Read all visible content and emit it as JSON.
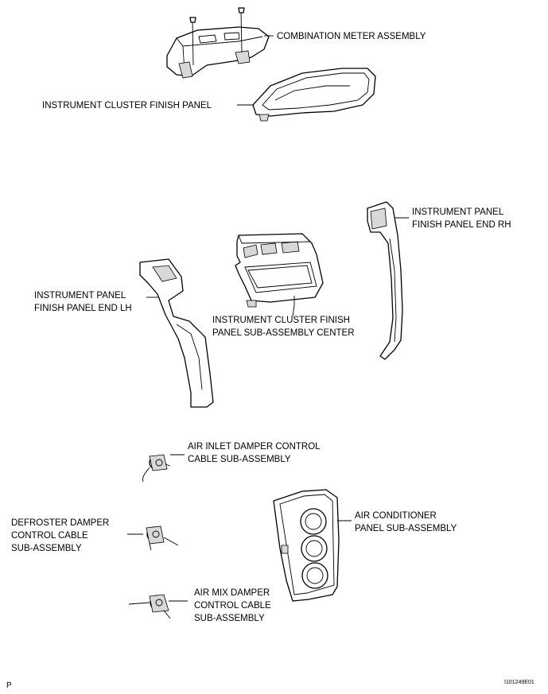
{
  "labels": {
    "combination_meter": "COMBINATION METER ASSEMBLY",
    "cluster_finish_panel": "INSTRUMENT CLUSTER FINISH PANEL",
    "end_rh_line1": "INSTRUMENT PANEL",
    "end_rh_line2": "FINISH PANEL END RH",
    "end_lh_line1": "INSTRUMENT PANEL",
    "end_lh_line2": "FINISH PANEL END LH",
    "center_line1": "INSTRUMENT CLUSTER FINISH",
    "center_line2": "PANEL SUB-ASSEMBLY CENTER",
    "air_inlet_line1": "AIR INLET DAMPER CONTROL",
    "air_inlet_line2": "CABLE SUB-ASSEMBLY",
    "defroster_line1": "DEFROSTER DAMPER",
    "defroster_line2": "CONTROL CABLE",
    "defroster_line3": "SUB-ASSEMBLY",
    "ac_panel_line1": "AIR CONDITIONER",
    "ac_panel_line2": "PANEL SUB-ASSEMBLY",
    "air_mix_line1": "AIR MIX DAMPER",
    "air_mix_line2": "CONTROL CABLE",
    "air_mix_line3": "SUB-ASSEMBLY"
  },
  "corner": {
    "left": "P",
    "right": "I101249E01"
  }
}
